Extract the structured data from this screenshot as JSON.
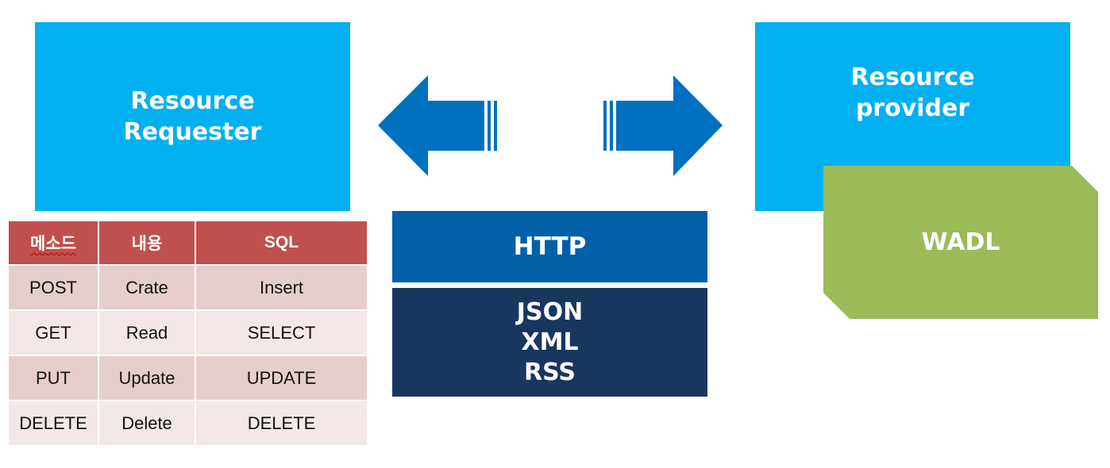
{
  "requester": {
    "line1": "Resource",
    "line2": "Requester"
  },
  "provider": {
    "line1": "Resource",
    "line2": "provider"
  },
  "wadl": {
    "label": "WADL"
  },
  "http": {
    "label": "HTTP"
  },
  "formats": {
    "items": [
      "JSON",
      "XML",
      "RSS"
    ]
  },
  "table": {
    "headers": [
      "메소드",
      "내용",
      "SQL"
    ],
    "rows": [
      [
        "POST",
        "Crate",
        "Insert"
      ],
      [
        "GET",
        "Read",
        "SELECT"
      ],
      [
        "PUT",
        "Update",
        "UPDATE"
      ],
      [
        "DELETE",
        "Delete",
        "DELETE"
      ]
    ]
  },
  "colors": {
    "requester": "#00b0f0",
    "provider": "#00b0f0",
    "arrows": "#0070c0",
    "wadl": "#9bbb59",
    "http": "#0060a8",
    "formats": "#17375e",
    "table_header": "#c0504d",
    "table_row_dark": "#e6cecd",
    "table_row_light": "#f3e8e7"
  }
}
